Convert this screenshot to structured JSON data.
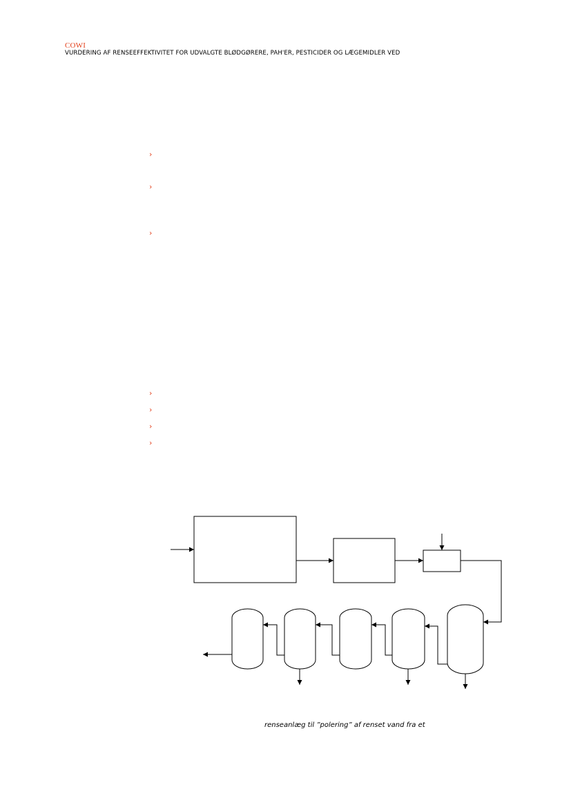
{
  "header": {
    "brand": "COWI",
    "title": "VURDERING AF RENSEEFFEKTIVITET FOR UDVALGTE BLØDGØRERE, PAH'ER, PESTICIDER OG LÆGEMIDLER VED"
  },
  "bullet_glyph": "›",
  "bullet_groups": [
    {
      "count": 3
    },
    {
      "count": 4
    }
  ],
  "figure": {
    "caption": "renseanlæg til ”polering” af renset vand fra et"
  },
  "colors": {
    "accent": "#e2401c",
    "text": "#000000"
  }
}
